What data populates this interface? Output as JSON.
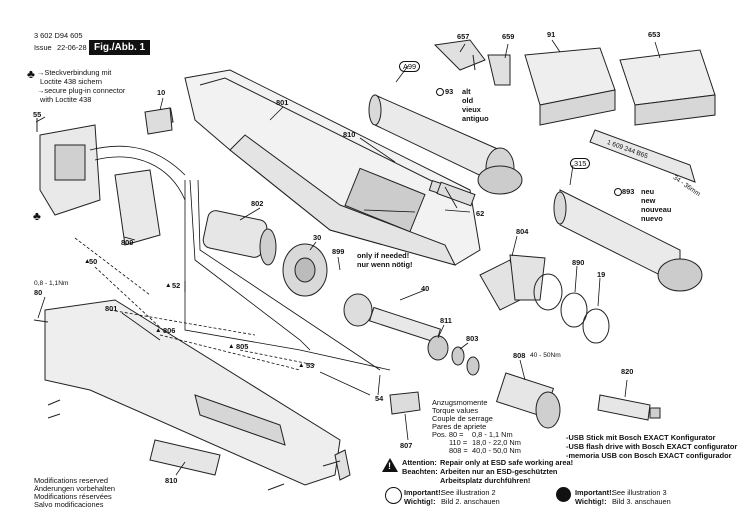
{
  "header": {
    "doc_number": "3 602 D94 605",
    "issue_label": "Issue",
    "issue_date": "22-06-28",
    "fig_label": "Fig./Abb. 1"
  },
  "loctite_note": {
    "lines": [
      "→Steckverbindung mit",
      "Loctite 438 sichern",
      "→secure plug-in connector",
      "with Loctite 438"
    ]
  },
  "part_numbers": {
    "p657": "657",
    "p659": "659",
    "p91": "91",
    "p653": "653",
    "p10": "10",
    "p55": "55",
    "p801_top": "801",
    "p801_left": "801",
    "p810_top": "810",
    "p810_bottom": "810",
    "p809": "809",
    "p802": "802",
    "p30": "30",
    "p899": "899",
    "p52": "52",
    "p50": "50",
    "p80": "80",
    "p806": "806",
    "p805": "805",
    "p53": "53",
    "p54": "54",
    "p807": "807",
    "p62": "62",
    "p804": "804",
    "p890": "890",
    "p19": "19",
    "p40": "40",
    "p811": "811",
    "p803": "803",
    "p808": "808",
    "p820": "820",
    "p93": "93",
    "p893": "893",
    "p315": "315"
  },
  "callouts": {
    "a99": "A99",
    "old_lines": [
      "alt",
      "old",
      "vieux",
      "antiguo"
    ],
    "new_lines": [
      "neu",
      "new",
      "nouveau",
      "nuevo"
    ],
    "only_if_needed_1": "only if needed!",
    "only_if_needed_2": "nur wenn nötig!",
    "torque_80": "0,8 - 1,1Nm",
    "torque_808": "40 - 50Nm",
    "wrench_text": "1 609 244 B65",
    "wrench_range": "34 - 36mm"
  },
  "torque_table": {
    "headings": [
      "Anzugsmomente",
      "Torque values",
      "Couple de serrage",
      "Pares de apriete"
    ],
    "rows": [
      {
        "label": "Pos. 80 =",
        "range": "0,8 -   1,1 Nm"
      },
      {
        "label": "110 =",
        "range": "18,0 - 22,0 Nm"
      },
      {
        "label": "808 =",
        "range": "40,0 - 50,0 Nm"
      }
    ]
  },
  "usb_notes": [
    "-USB Stick mit Bosch EXACT Konfigurator",
    "-USB flash drive with Bosch EXACT configurator",
    "-memoria USB con Bosch EXACT configurador"
  ],
  "modifications": [
    "Modifications reserved",
    "Änderungen vorbehalten",
    "Modifications réservées",
    "Salvo modificaciones"
  ],
  "attention": {
    "line1_label": "Attention:",
    "line1_text": "Repair only at ESD safe working area!",
    "line2_label": "Beachten:",
    "line2_text": "Arbeiten nur an ESD-geschützten",
    "line3_text": "Arbeitsplatz durchführen!"
  },
  "important_2": {
    "line1_label": "Important!:",
    "line1_text": "See illustration 2",
    "line2_label": "Wichtig!:",
    "line2_text": "Bild 2. anschauen"
  },
  "important_3": {
    "line1_label": "Important!:",
    "line1_text": "See illustration 3",
    "line2_label": "Wichtig!:",
    "line2_text": "Bild 3. anschauen"
  }
}
